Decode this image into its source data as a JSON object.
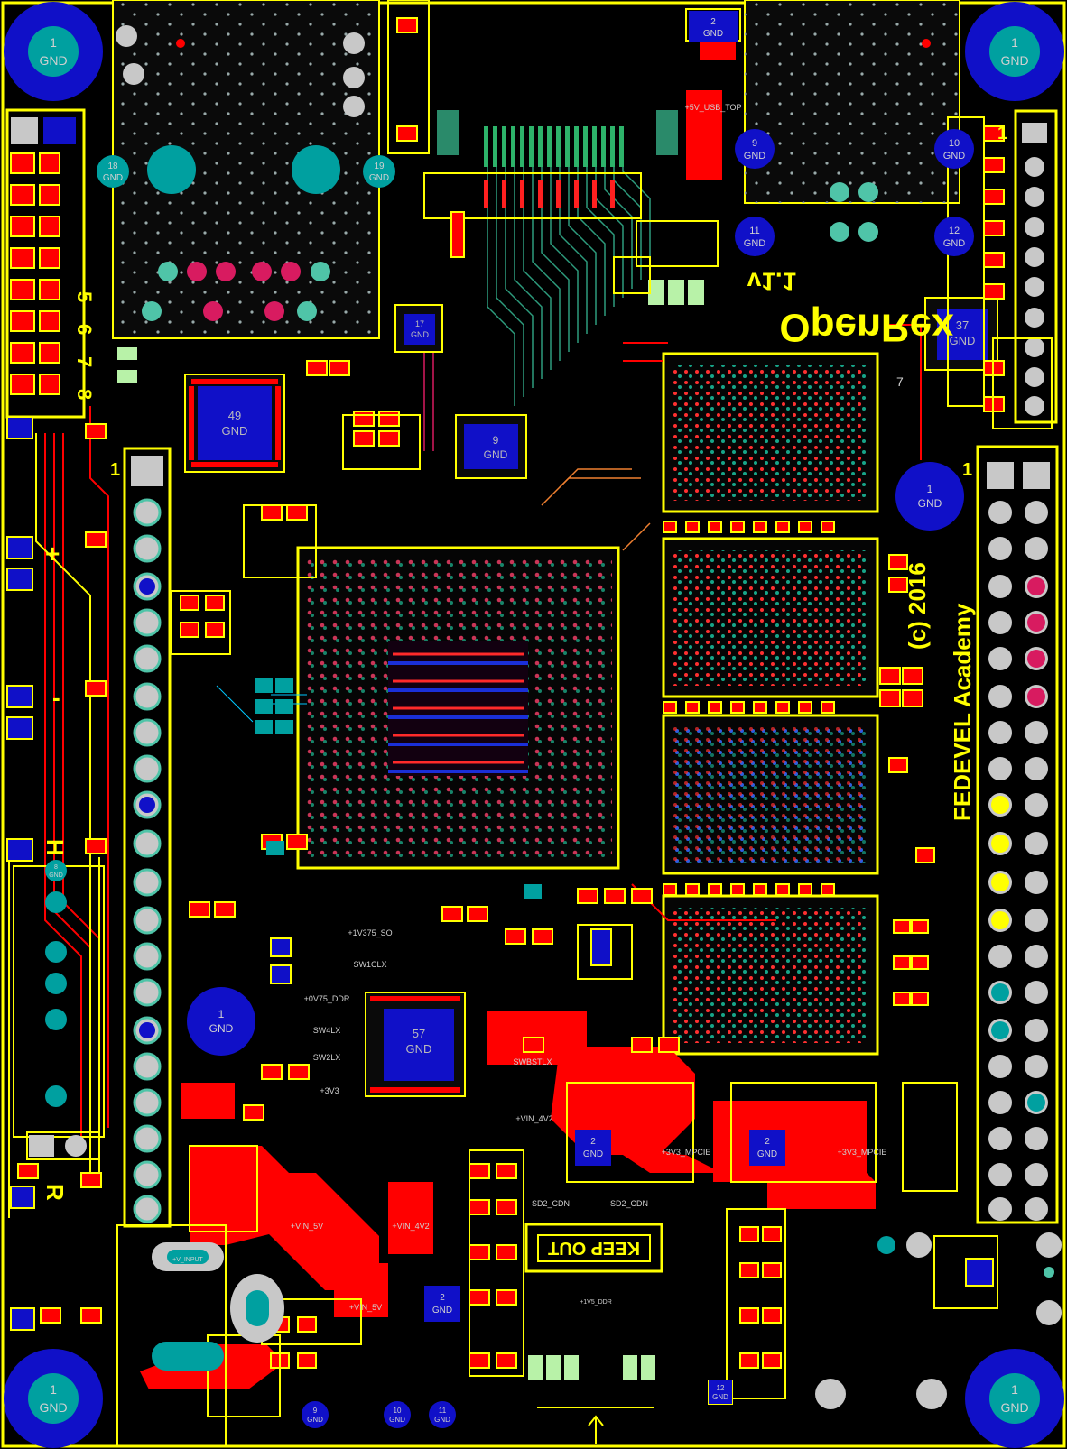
{
  "board": {
    "name": "OpenRex",
    "version": "v1.1",
    "credit_year": "(c) 2016",
    "credit_org": "FEDEVEL Academy",
    "keep_out": "KEEP OUT"
  },
  "mounting_holes": [
    {
      "num": "1",
      "net": "GND"
    },
    {
      "num": "1",
      "net": "GND"
    },
    {
      "num": "1",
      "net": "GND"
    },
    {
      "num": "1",
      "net": "GND"
    },
    {
      "num": "1",
      "net": "GND"
    },
    {
      "num": "1",
      "net": "GND"
    }
  ],
  "chips": {
    "ethernet_phy": {
      "num": "49",
      "net": "GND"
    },
    "small_chip_17": {
      "num": "17",
      "net": "GND"
    },
    "small_chip_9": {
      "num": "9",
      "net": "GND"
    },
    "pmic": {
      "num": "57",
      "net": "GND"
    },
    "usb_hub": {
      "num": "37",
      "net": "GND"
    }
  },
  "pads": {
    "usb_top_2": {
      "num": "2",
      "net": "GND"
    },
    "usb_9": {
      "num": "9",
      "net": "GND"
    },
    "usb_10": {
      "num": "10",
      "net": "GND"
    },
    "usb_11": {
      "num": "11",
      "net": "GND"
    },
    "usb_12": {
      "num": "12",
      "net": "GND"
    },
    "eth_18": {
      "num": "18",
      "net": "GND"
    },
    "eth_19": {
      "num": "19",
      "net": "GND"
    },
    "reg_2a": {
      "num": "2",
      "net": "GND"
    },
    "reg_2b": {
      "num": "2",
      "net": "GND"
    },
    "reg_2c": {
      "num": "2",
      "net": "GND"
    },
    "bottom_9": {
      "num": "9",
      "net": "GND"
    },
    "bottom_10": {
      "num": "10",
      "net": "GND"
    },
    "bottom_11": {
      "num": "11",
      "net": "GND"
    },
    "bottom_12": {
      "num": "12",
      "net": "GND"
    },
    "bottom_8": {
      "num": "8",
      "net": "GND"
    }
  },
  "net_labels": {
    "vin_5v": "+VIN_5V",
    "vin_4v2": "+VIN_4V2",
    "vin_4v2_b": "+VIN_4V2",
    "vin_5v_b": "+VIN_5V",
    "v3v3_mpcie": "+3V3_MPCIE",
    "v3v3_mpcie_b": "+3V3_MPCIE",
    "v3v3": "+3V3",
    "sw4lx": "SW4LX",
    "sw2lx": "SW2LX",
    "sw1clx": "SW1CLX",
    "swbstlx": "SWBSTLX",
    "v1v375": "+1V375_SO",
    "v0v75": "+0V75_DDR",
    "v5_usb": "+5V_USB_TOP",
    "v_input": "+V_INPUT",
    "sd2_cdn_a": "SD2_CDN",
    "sd2_cdn_b": "SD2_CDN",
    "v1v5_ddr": "+1V5_DDR"
  },
  "silk_labels": {
    "n5": "5",
    "n6": "6",
    "n7": "7",
    "n8": "8",
    "pin1_left": "1",
    "plus": "+",
    "minus": "-",
    "h": "H",
    "r": "R",
    "pin1_right": "1",
    "pin1_hub": "1",
    "n7_small": "7"
  },
  "colors": {
    "background": "#000000",
    "silk": "#ffff00",
    "top_copper": "#ff0000",
    "bottom_copper": "#1020d0",
    "mid_green": "#17a589",
    "mid_teal": "#00b3a4",
    "mid_orange": "#f08030",
    "mid_pink": "#ff6b9a",
    "pad_blue": "#1010c8",
    "pad_teal": "#00a0a0",
    "pad_grey": "#c8c8c8"
  }
}
